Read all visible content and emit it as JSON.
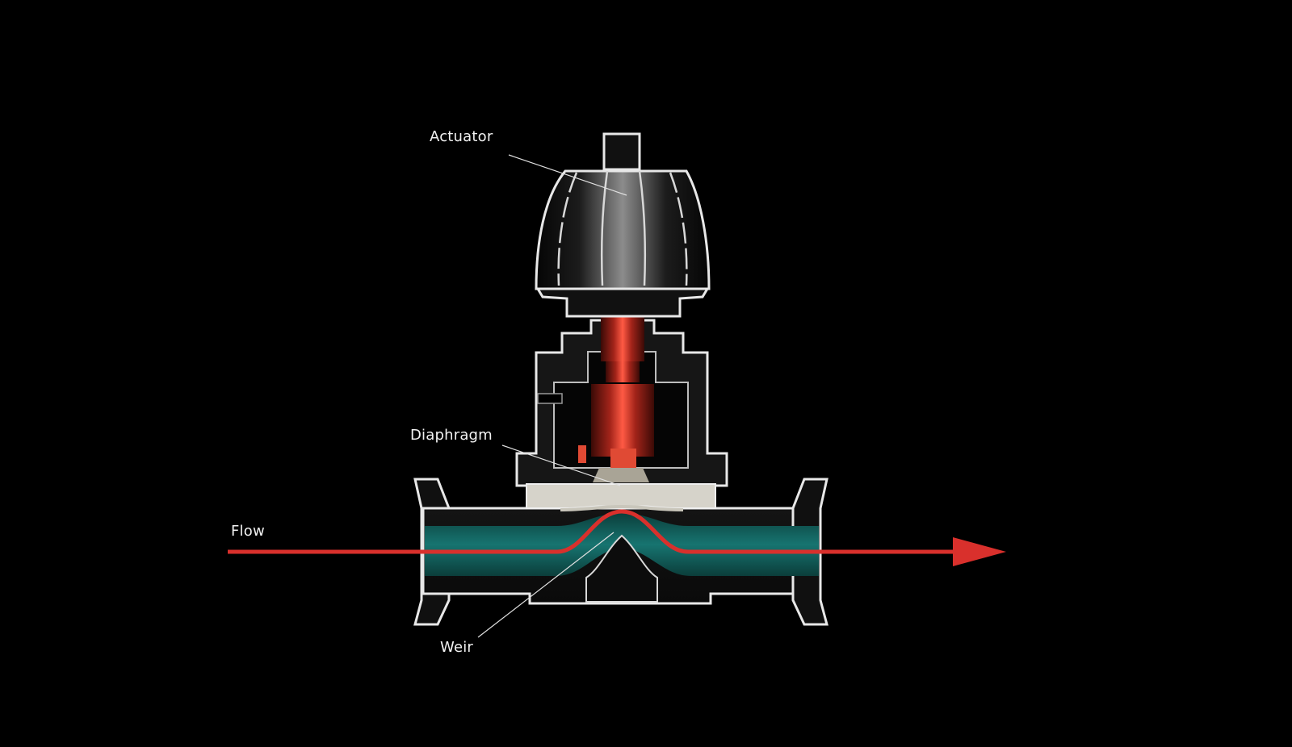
{
  "labels": {
    "actuator": "Actuator",
    "diaphragm": "Diaphragm",
    "flow": "Flow",
    "weir": "Weir"
  },
  "colors": {
    "background": "#000000",
    "outline": "#e8e8e8",
    "flow_arrow": "#d9302c",
    "fluid": "#0f5b57",
    "stem": "#c9301f",
    "diaphragm": "#d6d3ca"
  },
  "icons": {
    "flow": "right-arrow"
  }
}
